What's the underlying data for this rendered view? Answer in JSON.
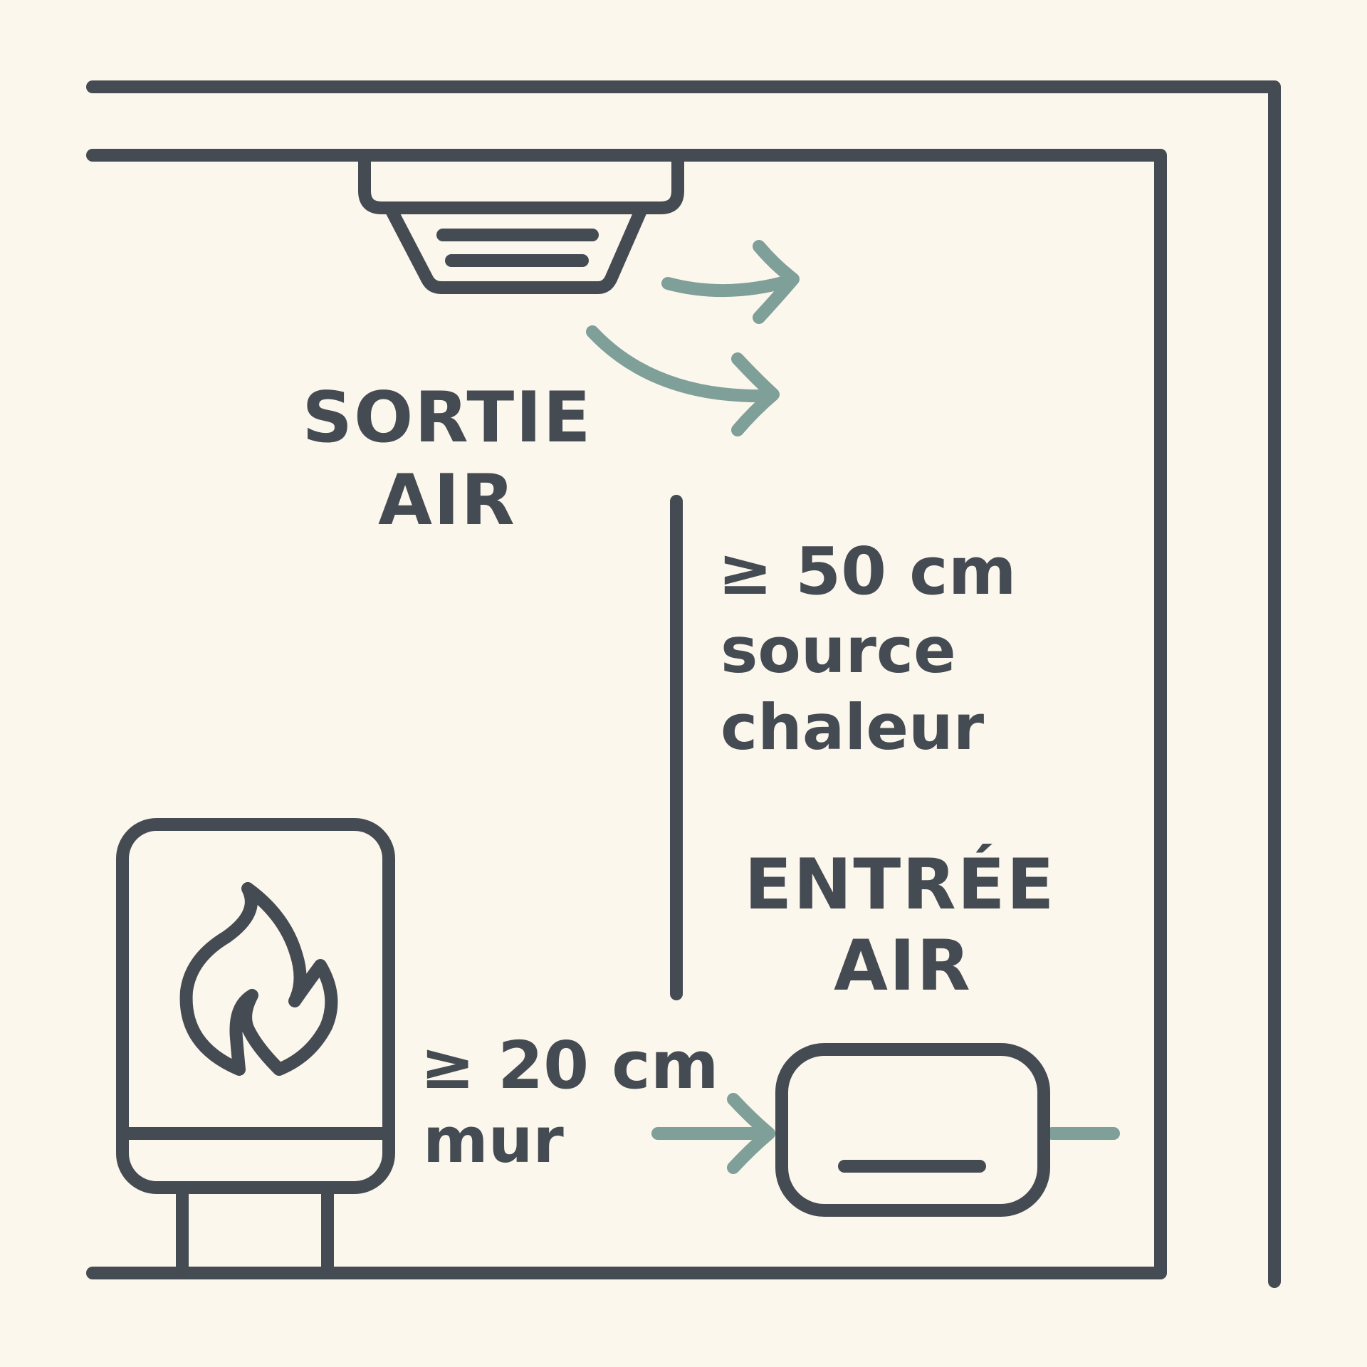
{
  "colors": {
    "background": "#fcf7ec",
    "stroke": "#454b52",
    "airflow": "#7f9f99"
  },
  "labels": {
    "outlet_line1": "SORTIE",
    "outlet_line2": "AIR",
    "inlet_line1": "ENTRÉE",
    "inlet_line2": "AIR",
    "heat_distance": "≥ 50 cm",
    "heat_line1": "source",
    "heat_line2": "chaleur",
    "wall_distance": "≥ 20 cm",
    "wall_line1": "mur"
  },
  "icons": {
    "outlet_unit": "ceiling-air-outlet-icon",
    "inlet_unit": "air-inlet-unit-icon",
    "heater": "flame-heater-icon",
    "airflow": "arrow-icon"
  }
}
